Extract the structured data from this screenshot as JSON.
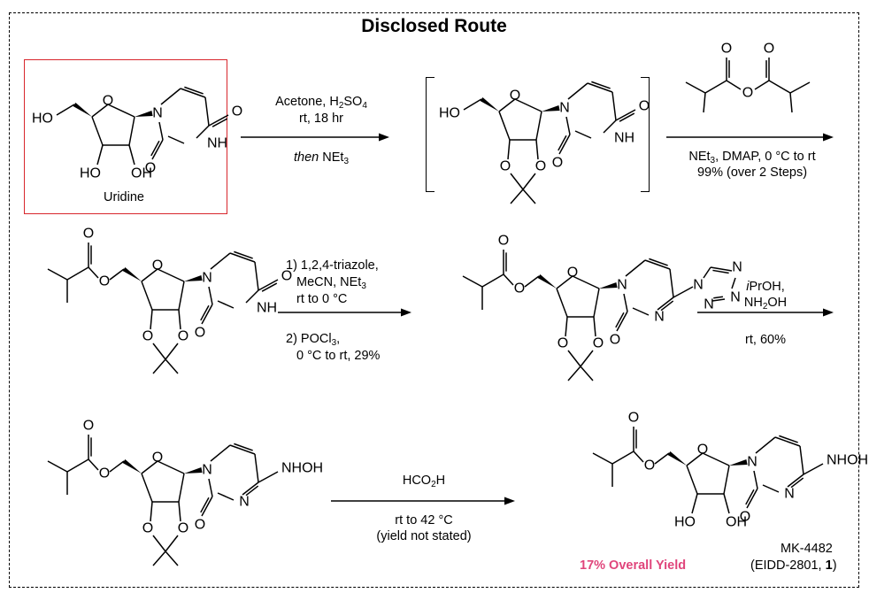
{
  "title": "Disclosed Route",
  "highlight_color": "#d8262c",
  "yield_color": "#e0457b",
  "uridine_label": "Uridine",
  "step1": {
    "reagent": "Acetone, H",
    "sub1": "2",
    "reagent_b": "SO",
    "sub2": "4",
    "cond": "rt, 18 hr",
    "then": "then",
    "then_b": " NEt",
    "sub3": "3"
  },
  "step2": {
    "cond_a": "NEt",
    "sub": "3",
    "cond_b": ", DMAP, 0 °C to rt",
    "yield": "99% (over 2 Steps)"
  },
  "step3": {
    "line1": "1) 1,2,4-triazole,",
    "line2": "MeCN, NEt",
    "sub": "3",
    "line3": "rt to 0 °C",
    "line4a": "2) POCl",
    "sub4": "3",
    "line4b": ",",
    "line5": "0 °C to rt, 29%"
  },
  "step4": {
    "line1a": "i",
    "line1b": "PrOH,",
    "line2a": "NH",
    "sub": "2",
    "line2b": "OH",
    "line3": "rt, 60%"
  },
  "step5": {
    "line1a": "HCO",
    "sub": "2",
    "line1b": "H",
    "line2": "rt to 42 °C",
    "line3": "(yield not stated)"
  },
  "product": {
    "name": "MK-4482",
    "code_a": "(EIDD-2801, ",
    "code_b": "1",
    "code_c": ")"
  },
  "overall_yield": "17% Overall Yield",
  "atoms": {
    "HO": "HO",
    "O": "O",
    "N": "N",
    "NH": "NH",
    "NHOH": "NHOH",
    "OH": "OH"
  }
}
